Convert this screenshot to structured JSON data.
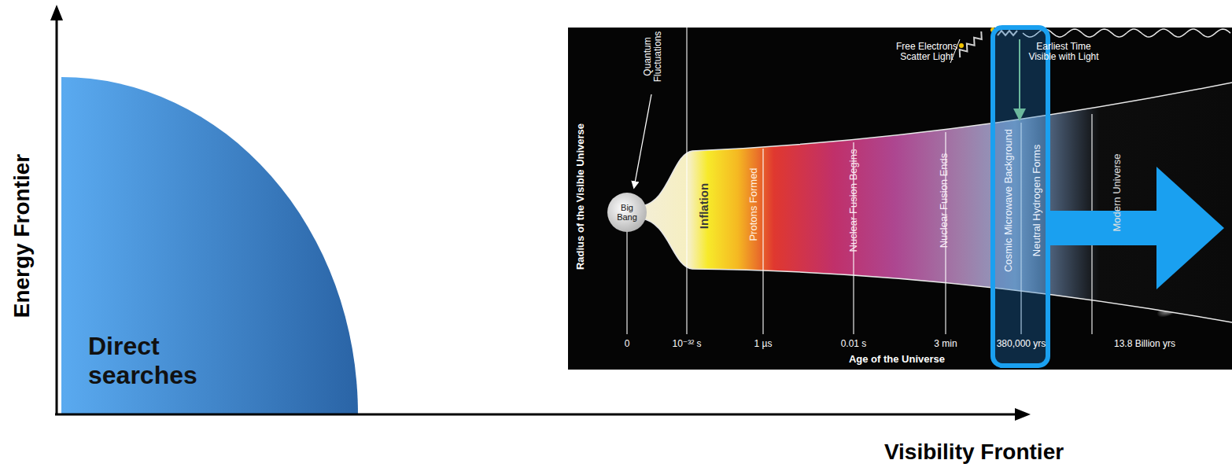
{
  "diagram": {
    "nodes": [
      {
        "text": [
          "Direct searches"
        ]
      },
      {
        "text": [
          "Big Bang"
        ]
      }
    ],
    "labels": [
      "Energy Frontier",
      "Visibility Frontier",
      "Radius of the Visible Universe",
      "Quantum Fluctuations",
      "Inflation",
      "Protons Formed",
      "Nuclear Fusion Begins",
      "Nuclear Fusion Ends",
      "Cosmic Microwave Background",
      "Neutral Hydrogen Forms",
      "Modern Universe",
      "Free Electrons Scatter Light",
      "Earliest Time Visible with Light",
      "0",
      "10⁻³² s",
      "1 µs",
      "0.01 s",
      "3 min",
      "380,000 yrs",
      "13.8 Billion yrs",
      "Age of the Universe"
    ]
  }
}
